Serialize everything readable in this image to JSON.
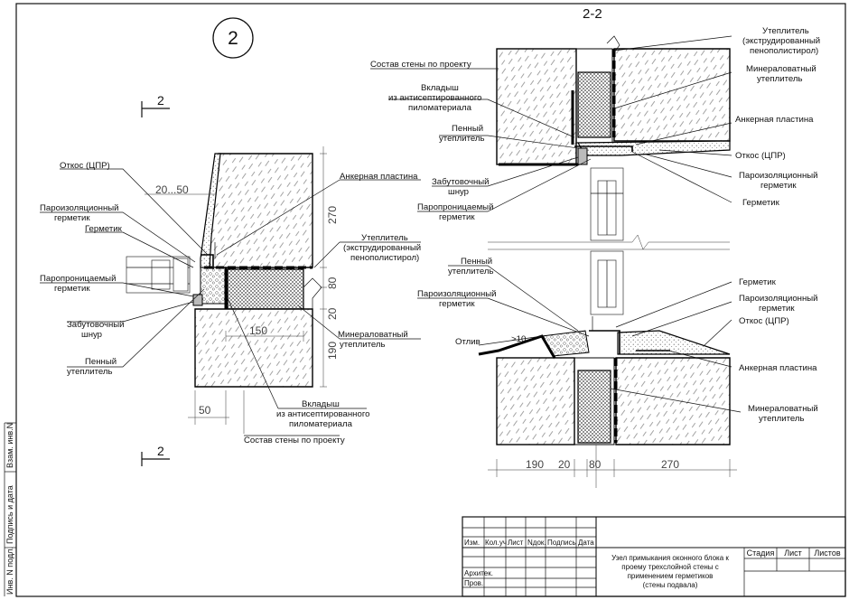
{
  "section_ids": {
    "circle": "2",
    "cut_left_top": "2",
    "cut_left_bottom": "2",
    "section": "2-2"
  },
  "left_labels": {
    "otkos": "Откос (ЦПР)",
    "paroiz_1": "Пароизоляционный",
    "paroiz_2": "герметик",
    "germetik": "Герметик",
    "parop_1": "Паропроницаемый",
    "parop_2": "герметик",
    "zabut_1": "Забутовочный",
    "zabut_2": "шнур",
    "penny_1": "Пенный",
    "penny_2": "утеплитель",
    "anchor": "Анкерная пластина",
    "utepl_1": "Утеплитель",
    "utepl_2": "(экструдированный",
    "utepl_3": "пенополистирол)",
    "mineral_1": "Минераловатный",
    "mineral_2": "утеплитель",
    "vkladysh_1": "Вкладыш",
    "vkladysh_2": "из антисептированного",
    "vkladysh_3": "пиломатериала",
    "sostav": "Состав стены по проекту"
  },
  "left_dims": {
    "d1": "20...50",
    "d2": "270",
    "d3": "80",
    "d4": "20",
    "d5": "190",
    "d6": "150",
    "d7": "50"
  },
  "right_labels": {
    "sostav": "Состав стены по проекту",
    "vkladysh_1": "Вкладыш",
    "vkladysh_2": "из антисептированного",
    "vkladysh_3": "пиломатериала",
    "penny_top_1": "Пенный",
    "penny_top_2": "утеплитель",
    "zabut_1": "Забутовочный",
    "zabut_2": "шнур",
    "parop_1": "Паропроницаемый",
    "parop_2": "герметик",
    "utepl_1": "Утеплитель",
    "utepl_2": "(экструдированный",
    "utepl_3": "пенополистирол)",
    "mineral_top_1": "Минераловатный",
    "mineral_top_2": "утеплитель",
    "anchor_top": "Анкерная пластина",
    "otkos_top": "Откос (ЦПР)",
    "paroiz_top_1": "Пароизоляционный",
    "paroiz_top_2": "герметик",
    "germetik_top": "Герметик",
    "penny_bot_1": "Пенный",
    "penny_bot_2": "утеплитель",
    "paroiz_bot_1": "Пароизоляционный",
    "paroiz_bot_2": "герметик",
    "otliv": "Отлив",
    "slope": ">10",
    "germetik_bot": "Герметик",
    "paroiz_bot_r1": "Пароизоляционный",
    "paroiz_bot_r2": "герметик",
    "otkos_bot": "Откос (ЦПР)",
    "anchor_bot": "Анкерная пластина",
    "mineral_bot_1": "Минераловатный",
    "mineral_bot_2": "утеплитель"
  },
  "right_dims": {
    "d1": "190",
    "d2": "20",
    "d3": "80",
    "d4": "270"
  },
  "side_strip": {
    "s1": "Взам. инв.N",
    "s2": "Подпись и дата",
    "s3": "Инв. N подл."
  },
  "title_block": {
    "cols": [
      "Изм.",
      "Кол.уч",
      "Лист",
      "Nдок.",
      "Подпись",
      "Дата"
    ],
    "role1": "Архитек.",
    "role2": "Пров.",
    "title_1": "Узел примыкания оконного блока к",
    "title_2": "проему трехслойной стены с",
    "title_3": "применением герметиков",
    "title_4": "(стены подвала)",
    "stage": "Стадия",
    "sheet": "Лист",
    "sheets": "Листов"
  }
}
